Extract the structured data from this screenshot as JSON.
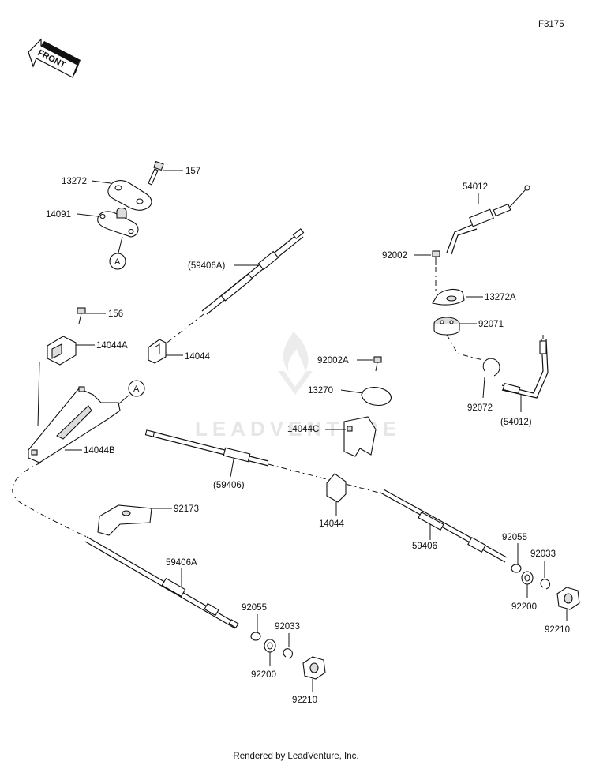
{
  "figure_code": "F3175",
  "front_label": "FRONT",
  "watermark": "LEADVENTURE",
  "footer": "Rendered by LeadVenture, Inc.",
  "callout_ref": "A",
  "parts": {
    "p13272": "13272",
    "p157": "157",
    "p14091": "14091",
    "p59406A_paren": "(59406A)",
    "p156": "156",
    "p14044A": "14044A",
    "p14044_top": "14044",
    "p14044B": "14044B",
    "p92173": "92173",
    "p59406A": "59406A",
    "p92055_left": "92055",
    "p92033_left": "92033",
    "p92200_left": "92200",
    "p92210_left": "92210",
    "p54012": "54012",
    "p92002": "92002",
    "p13272A": "13272A",
    "p92071": "92071",
    "p92072": "92072",
    "p54012_paren": "(54012)",
    "p92002A": "92002A",
    "p13270": "13270",
    "p14044C": "14044C",
    "p59406_paren": "(59406)",
    "p14044_mid": "14044",
    "p59406": "59406",
    "p92055_right": "92055",
    "p92033_right": "92033",
    "p92200_right": "92200",
    "p92210_right": "92210"
  }
}
